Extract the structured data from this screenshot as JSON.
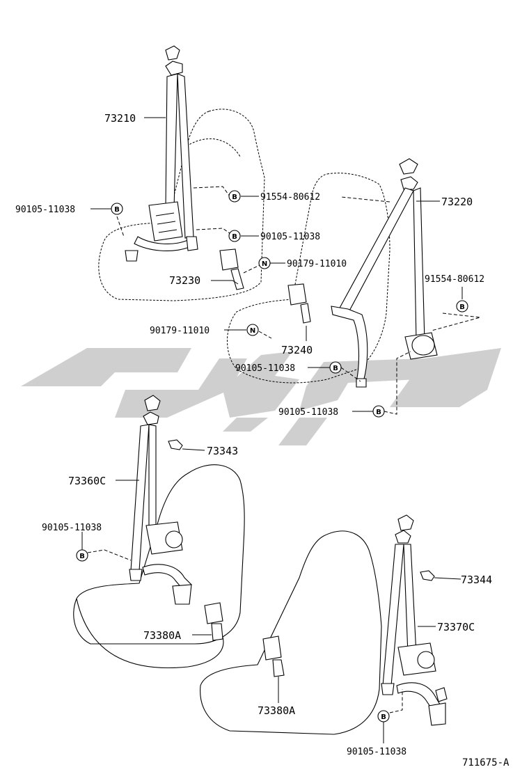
{
  "diagram_code": "711675-A",
  "symbols": {
    "bolt": "B",
    "nut": "N"
  },
  "labels": {
    "p73210": "73210",
    "p73220": "73220",
    "p73230": "73230",
    "p73240": "73240",
    "p73343": "73343",
    "p73344": "73344",
    "p73360c": "73360C",
    "p73370c": "73370C",
    "p73380a_left": "73380A",
    "p73380a_center": "73380A",
    "bolt_91554_top": "91554-80612",
    "bolt_91554_right": "91554-80612",
    "bolt_90105_a": "90105-11038",
    "bolt_90105_b": "90105-11038",
    "bolt_90105_c": "90105-11038",
    "bolt_90105_d": "90105-11038",
    "bolt_90105_e": "90105-11038",
    "bolt_90105_f": "90105-11038",
    "nut_90179_a": "90179-11010",
    "nut_90179_b": "90179-11010"
  },
  "colors": {
    "ink": "#000000",
    "watermark": "#cfcfcf",
    "background": "#ffffff"
  }
}
